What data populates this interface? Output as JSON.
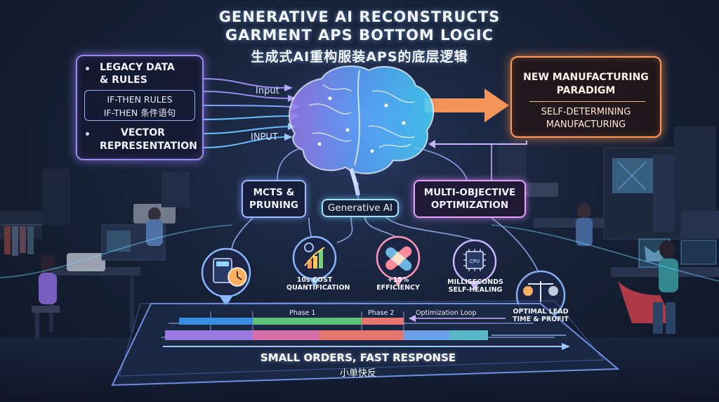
{
  "title": {
    "line1": "GENERATIVE AI RECONSTRUCTS",
    "line2": "GARMENT APS BOTTOM LOGIC",
    "line3": "生成式AI重构服装APS的底层逻辑"
  },
  "legacy": {
    "heading": "LEGACY DATA",
    "heading2": "& RULES",
    "rules_en": "IF-THEN RULES",
    "rules_zh": "IF-THEN 条件语句",
    "vector": "VECTOR",
    "vector2": "REPRESENTATION"
  },
  "inputs": {
    "input1": "Input",
    "input2": "INPUT"
  },
  "new_mfg": {
    "heading": "NEW MANUFACTURING",
    "heading2": "PARADIGM",
    "sub": "SELF-DETERMINING",
    "sub2": "MANUFACTURING"
  },
  "modules": {
    "mcts": "MCTS &",
    "mcts2": "PRUNING",
    "genai": "Generative AI",
    "multi": "MULTI-OBJECTIVE",
    "multi2": "OPTIMIZATION"
  },
  "orbs": [
    {
      "line1": "",
      "line2": "",
      "icon": "calculator-stopwatch-icon"
    },
    {
      "line1": "10s COST",
      "line2": "QUANTIFICATION",
      "icon": "gear-growth-chart-icon"
    },
    {
      "line1": "+15%",
      "line2": "EFFICIENCY",
      "icon": "bandage-icon"
    },
    {
      "line1": "MILLISECONDS",
      "line2": "SELF-HEALING",
      "icon": "cpu-icon"
    },
    {
      "line1": "OPTIMAL LEAD",
      "line2": "TIME & PROFIT",
      "icon": "balance-scale-icon"
    }
  ],
  "timeline": {
    "phase1": "Phase 1",
    "phase2": "Phase 2",
    "loop": "Optimization Loop",
    "bottom": "SMALL ORDERS, FAST RESPONSE",
    "bottom_zh": "小单快反"
  },
  "colors": {
    "purple": "#9b8bf0",
    "orange": "#ff9a5a",
    "bar_red": "#e5766f",
    "bar_green": "#5fc07a",
    "bar_blue": "#58b6e0",
    "bar_purple": "#9a7ae0"
  }
}
